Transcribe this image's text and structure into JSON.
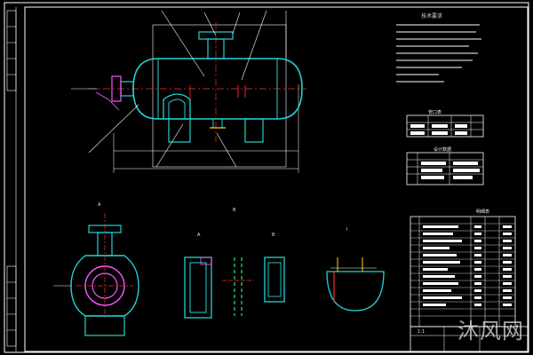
{
  "app": {
    "watermark": "沐风网"
  },
  "views": {
    "section_a_label": "A",
    "section_b_label": "B",
    "view_a_mark": "A",
    "view_b_mark": "B",
    "detail_label": "I"
  },
  "notes": {
    "heading": "技术要求"
  },
  "tables": {
    "table1_title": "管口表",
    "table2_title": "设计数据",
    "table3_title": "明细表"
  },
  "title_block": {
    "label": "1:1"
  },
  "colors": {
    "frame": "#ffffff",
    "vessel": "#22d3d3",
    "dimension": "#ffffff",
    "centerline": "#ff2a2a",
    "flange": "#ff55ff",
    "accent_yellow": "#ffd400",
    "accent_green": "#22c55e",
    "table_fill": "#ffffff",
    "background": "#000000"
  }
}
